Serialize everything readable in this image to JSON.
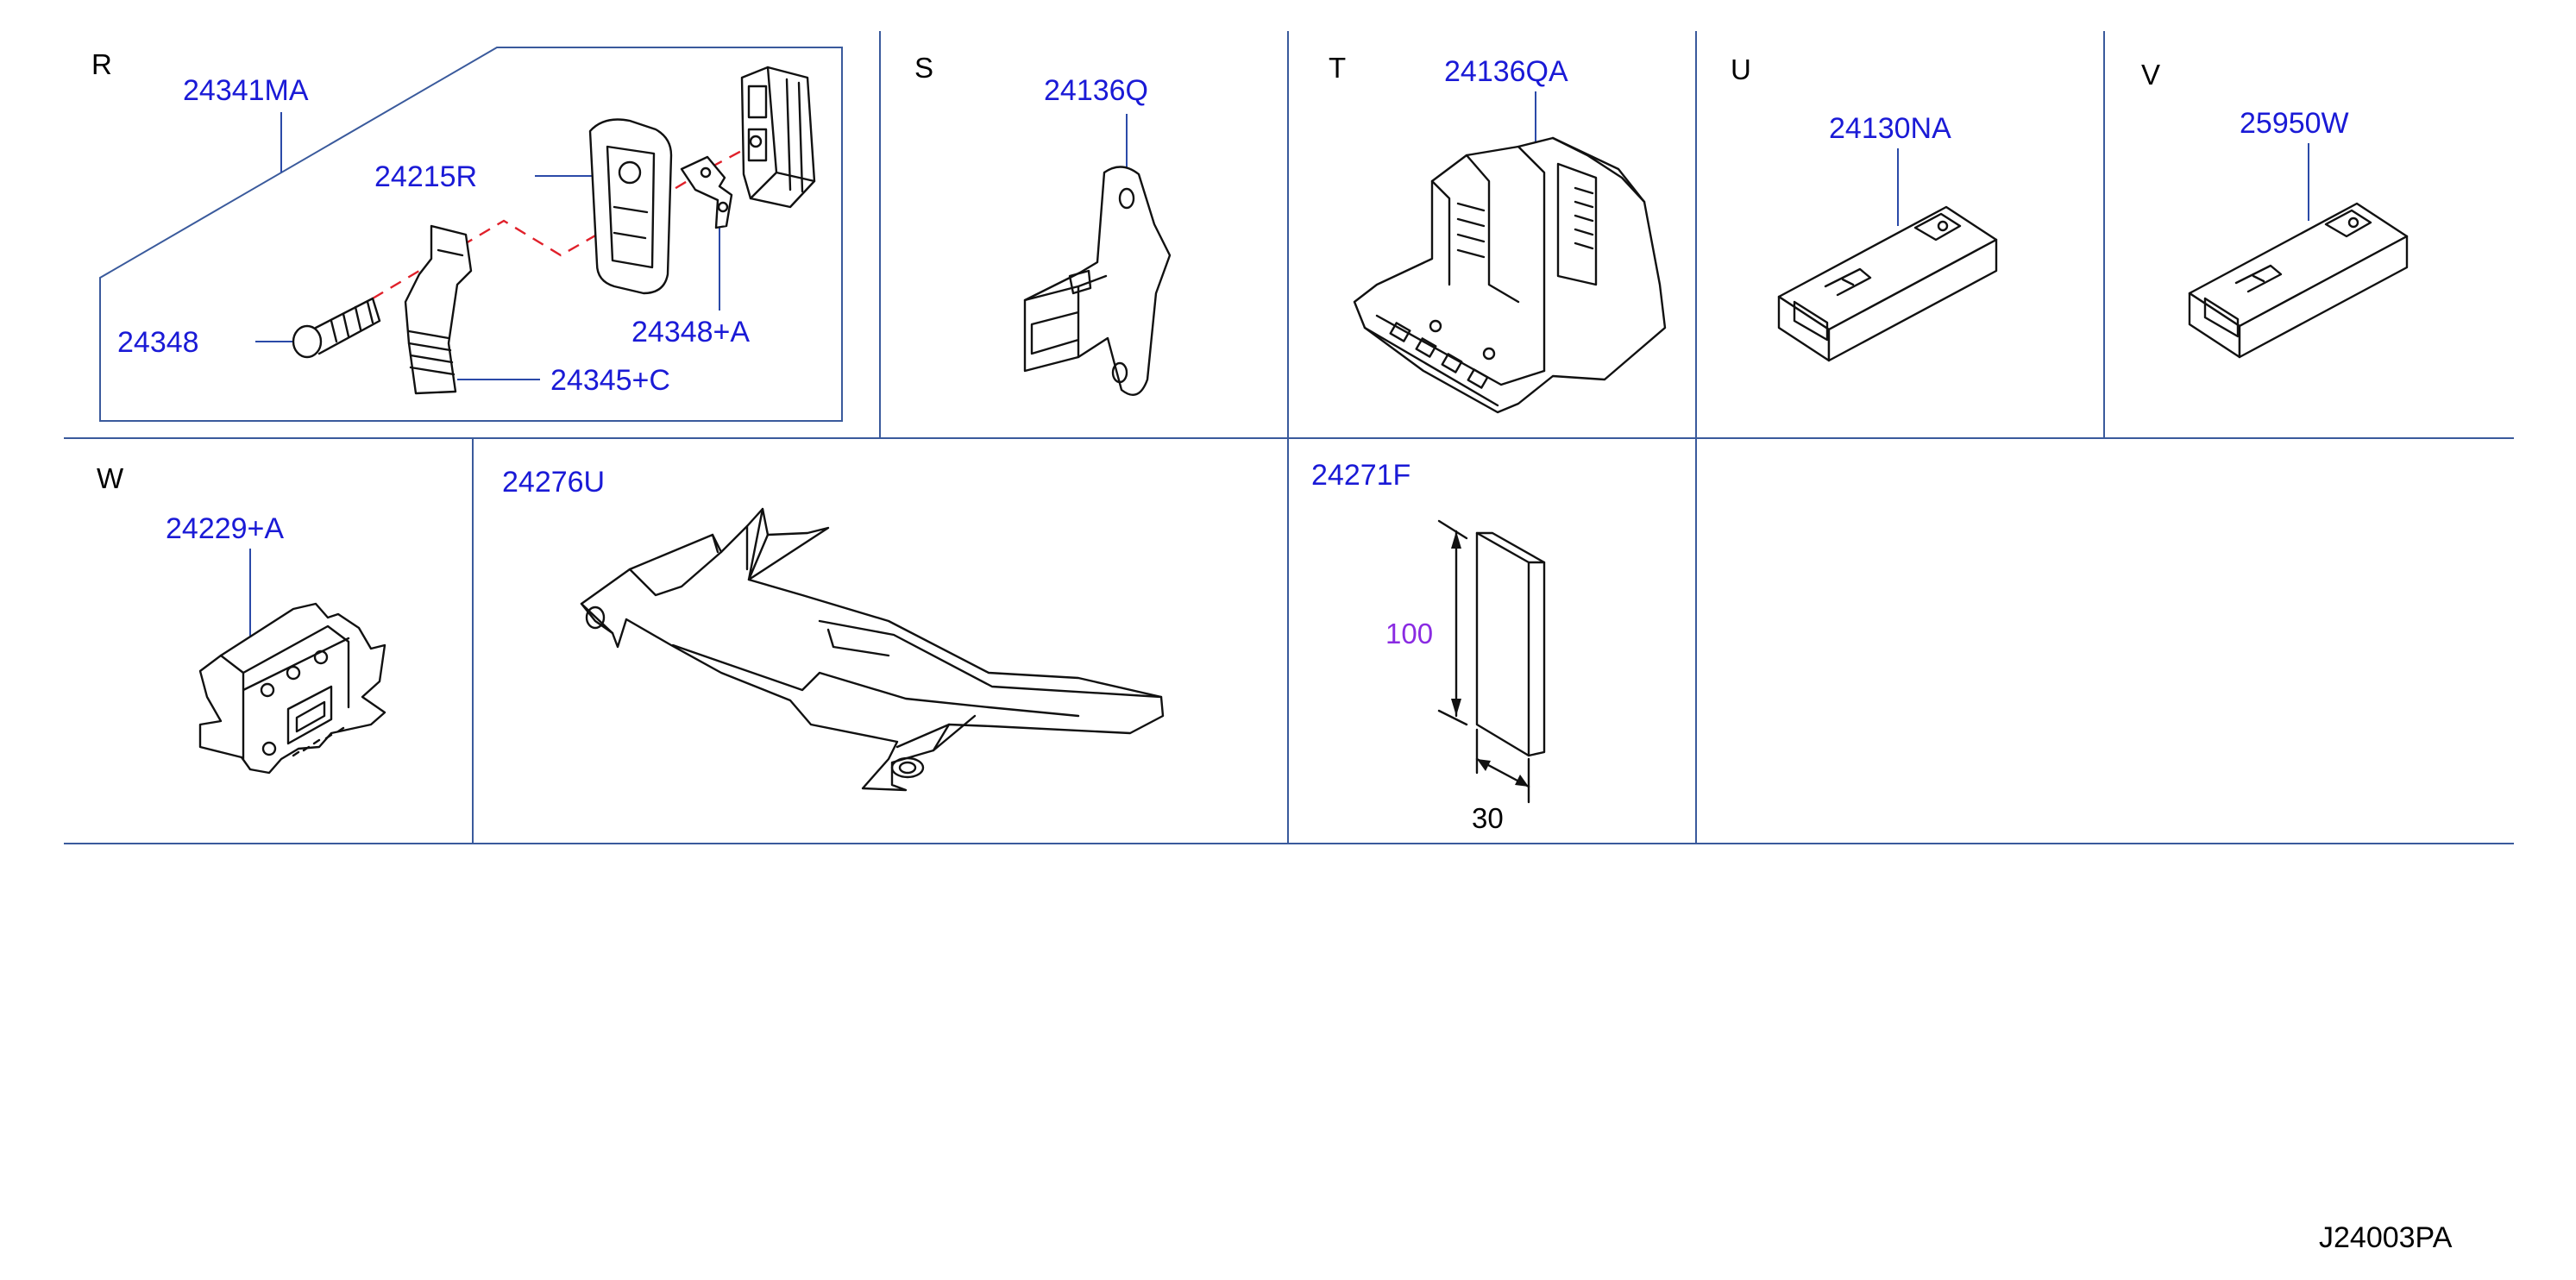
{
  "sections": {
    "R": {
      "letter": "R",
      "parts": [
        "24341MA",
        "24215R",
        "24348",
        "24348+A",
        "24345+C"
      ]
    },
    "S": {
      "letter": "S",
      "parts": [
        "24136Q"
      ]
    },
    "T": {
      "letter": "T",
      "parts": [
        "24136QA"
      ]
    },
    "U": {
      "letter": "U",
      "parts": [
        "24130NA"
      ]
    },
    "V": {
      "letter": "V",
      "parts": [
        "25950W"
      ]
    },
    "W": {
      "letter": "W",
      "parts": [
        "24229+A"
      ]
    },
    "X": {
      "parts": [
        "24276U"
      ]
    },
    "Y": {
      "parts": [
        "24271F"
      ],
      "dimensions": {
        "height": "100",
        "width": "30"
      }
    }
  },
  "diagram_code": "J24003PA",
  "colors": {
    "part_number": "#1a1ad6",
    "grid": "#3a5a9c",
    "dimension_highlight": "#8a2be2",
    "dashed_path": "#e0202a"
  }
}
